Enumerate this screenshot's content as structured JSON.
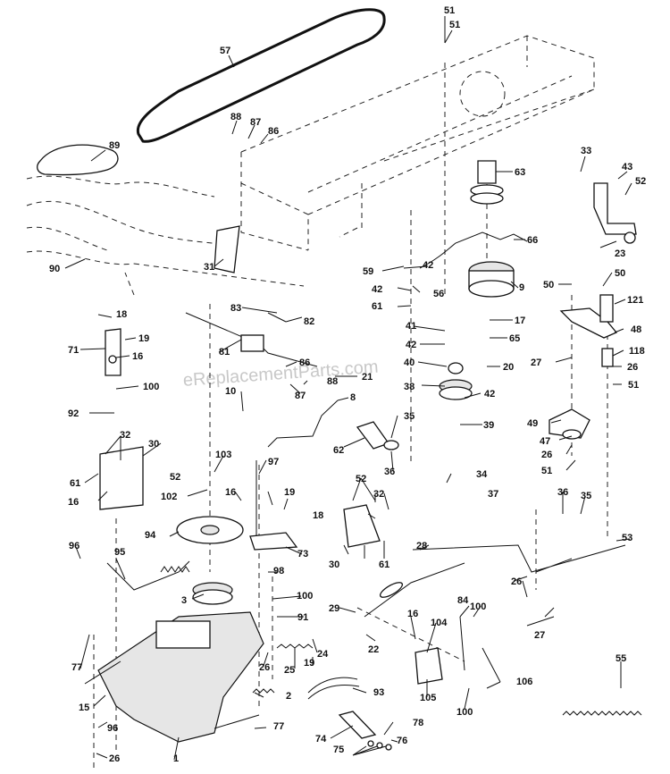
{
  "watermark": "eReplacementParts.com",
  "callouts": [
    {
      "id": "c51a",
      "text": "51"
    },
    {
      "id": "c51b",
      "text": "51"
    },
    {
      "id": "c57",
      "text": "57"
    },
    {
      "id": "c88a",
      "text": "88"
    },
    {
      "id": "c87a",
      "text": "87"
    },
    {
      "id": "c86a",
      "text": "86"
    },
    {
      "id": "c89",
      "text": "89"
    },
    {
      "id": "c63",
      "text": "63"
    },
    {
      "id": "c33",
      "text": "33"
    },
    {
      "id": "c43",
      "text": "43"
    },
    {
      "id": "c52a",
      "text": "52"
    },
    {
      "id": "c66",
      "text": "66"
    },
    {
      "id": "c23",
      "text": "23"
    },
    {
      "id": "c31",
      "text": "31"
    },
    {
      "id": "c90",
      "text": "90"
    },
    {
      "id": "c59",
      "text": "59"
    },
    {
      "id": "c42a",
      "text": "42"
    },
    {
      "id": "c42b",
      "text": "42"
    },
    {
      "id": "c56",
      "text": "56"
    },
    {
      "id": "c61a",
      "text": "61"
    },
    {
      "id": "c9",
      "text": "9"
    },
    {
      "id": "c50a",
      "text": "50"
    },
    {
      "id": "c50b",
      "text": "50"
    },
    {
      "id": "c121",
      "text": "121"
    },
    {
      "id": "c83",
      "text": "83"
    },
    {
      "id": "c82",
      "text": "82"
    },
    {
      "id": "c18a",
      "text": "18"
    },
    {
      "id": "c19a",
      "text": "19"
    },
    {
      "id": "c71",
      "text": "71"
    },
    {
      "id": "c16a",
      "text": "16"
    },
    {
      "id": "c81",
      "text": "81"
    },
    {
      "id": "c41",
      "text": "41"
    },
    {
      "id": "c42c",
      "text": "42"
    },
    {
      "id": "c17",
      "text": "17"
    },
    {
      "id": "c65",
      "text": "65"
    },
    {
      "id": "c48",
      "text": "48"
    },
    {
      "id": "c118",
      "text": "118"
    },
    {
      "id": "c40",
      "text": "40"
    },
    {
      "id": "c20",
      "text": "20"
    },
    {
      "id": "c27a",
      "text": "27"
    },
    {
      "id": "c26a",
      "text": "26"
    },
    {
      "id": "c86b",
      "text": "86"
    },
    {
      "id": "c100a",
      "text": "100"
    },
    {
      "id": "c87b",
      "text": "87"
    },
    {
      "id": "c88b",
      "text": "88"
    },
    {
      "id": "c21",
      "text": "21"
    },
    {
      "id": "c38",
      "text": "38"
    },
    {
      "id": "c42d",
      "text": "42"
    },
    {
      "id": "c51c",
      "text": "51"
    },
    {
      "id": "c10",
      "text": "10"
    },
    {
      "id": "c8",
      "text": "8"
    },
    {
      "id": "c92",
      "text": "92"
    },
    {
      "id": "c35a",
      "text": "35"
    },
    {
      "id": "c39",
      "text": "39"
    },
    {
      "id": "c49",
      "text": "49"
    },
    {
      "id": "c47",
      "text": "47"
    },
    {
      "id": "c32a",
      "text": "32"
    },
    {
      "id": "c30a",
      "text": "30"
    },
    {
      "id": "c62",
      "text": "62"
    },
    {
      "id": "c26b",
      "text": "26"
    },
    {
      "id": "c51d",
      "text": "51"
    },
    {
      "id": "c103",
      "text": "103"
    },
    {
      "id": "c97",
      "text": "97"
    },
    {
      "id": "c36a",
      "text": "36"
    },
    {
      "id": "c61b",
      "text": "61"
    },
    {
      "id": "c52b",
      "text": "52"
    },
    {
      "id": "c34",
      "text": "34"
    },
    {
      "id": "c52c",
      "text": "52"
    },
    {
      "id": "c16b",
      "text": "16"
    },
    {
      "id": "c102",
      "text": "102"
    },
    {
      "id": "c16c",
      "text": "16"
    },
    {
      "id": "c19b",
      "text": "19"
    },
    {
      "id": "c32b",
      "text": "32"
    },
    {
      "id": "c37",
      "text": "37"
    },
    {
      "id": "c36b",
      "text": "36"
    },
    {
      "id": "c35b",
      "text": "35"
    },
    {
      "id": "c18b",
      "text": "18"
    },
    {
      "id": "c94",
      "text": "94"
    },
    {
      "id": "c53",
      "text": "53"
    },
    {
      "id": "c96a",
      "text": "96"
    },
    {
      "id": "c73",
      "text": "73"
    },
    {
      "id": "c30b",
      "text": "30"
    },
    {
      "id": "c61c",
      "text": "61"
    },
    {
      "id": "c28",
      "text": "28"
    },
    {
      "id": "c95",
      "text": "95"
    },
    {
      "id": "c98",
      "text": "98"
    },
    {
      "id": "c26c",
      "text": "26"
    },
    {
      "id": "c3",
      "text": "3"
    },
    {
      "id": "c100b",
      "text": "100"
    },
    {
      "id": "c84",
      "text": "84"
    },
    {
      "id": "c100c",
      "text": "100"
    },
    {
      "id": "c29",
      "text": "29"
    },
    {
      "id": "c91",
      "text": "91"
    },
    {
      "id": "c16d",
      "text": "16"
    },
    {
      "id": "c104",
      "text": "104"
    },
    {
      "id": "c27b",
      "text": "27"
    },
    {
      "id": "c22",
      "text": "22"
    },
    {
      "id": "c24",
      "text": "24"
    },
    {
      "id": "c55",
      "text": "55"
    },
    {
      "id": "c77a",
      "text": "77"
    },
    {
      "id": "c26d",
      "text": "26"
    },
    {
      "id": "c25",
      "text": "25"
    },
    {
      "id": "c19c",
      "text": "19"
    },
    {
      "id": "c106",
      "text": "106"
    },
    {
      "id": "c15",
      "text": "15"
    },
    {
      "id": "c2",
      "text": "2"
    },
    {
      "id": "c93",
      "text": "93"
    },
    {
      "id": "c105",
      "text": "105"
    },
    {
      "id": "c100d",
      "text": "100"
    },
    {
      "id": "c96b",
      "text": "96"
    },
    {
      "id": "c77b",
      "text": "77"
    },
    {
      "id": "c78",
      "text": "78"
    },
    {
      "id": "c74",
      "text": "74"
    },
    {
      "id": "c76",
      "text": "76"
    },
    {
      "id": "c26e",
      "text": "26"
    },
    {
      "id": "c1",
      "text": "1"
    },
    {
      "id": "c75",
      "text": "75"
    }
  ]
}
